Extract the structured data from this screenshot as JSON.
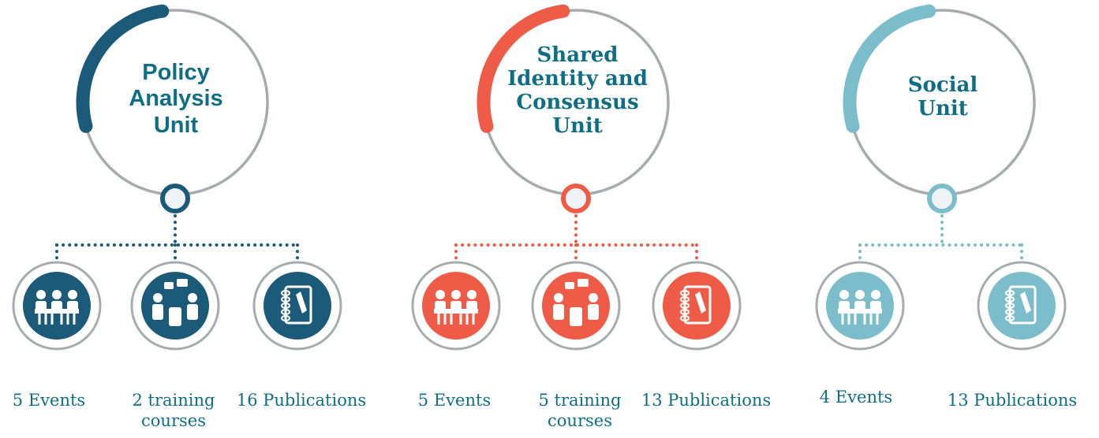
{
  "units": [
    {
      "title": "Policy\nAnalysis\nUnit",
      "font": "sans",
      "color": "#1b5a78",
      "stats": [
        {
          "icon": "meeting-icon",
          "label": "5 Events"
        },
        {
          "icon": "training-icon",
          "label": "2 training\ncourses"
        },
        {
          "icon": "publication-icon",
          "label": "16 Publications"
        }
      ]
    },
    {
      "title": "Shared\nIdentity and\nConsensus\nUnit",
      "font": "serif",
      "color": "#ee5b46",
      "stats": [
        {
          "icon": "meeting-icon",
          "label": "5 Events"
        },
        {
          "icon": "training-icon",
          "label": "5 training\ncourses"
        },
        {
          "icon": "publication-icon",
          "label": "13 Publications"
        }
      ]
    },
    {
      "title": "Social\nUnit",
      "font": "serif",
      "color": "#7bbdca",
      "stats": [
        {
          "icon": "meeting-icon",
          "label": "4 Events"
        },
        {
          "icon": "publication-icon",
          "label": "13 Publications"
        }
      ]
    }
  ],
  "colors": {
    "ring": "#a7abae",
    "text": "#0f6e84"
  }
}
